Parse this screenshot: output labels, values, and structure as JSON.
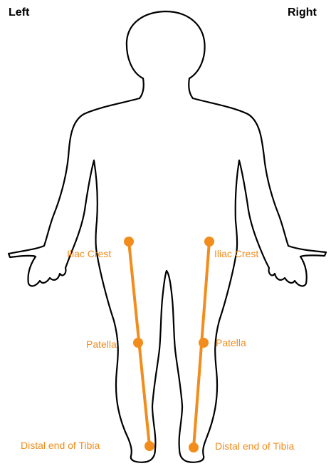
{
  "header": {
    "left_label": "Left",
    "right_label": "Right"
  },
  "colors": {
    "outline": "#000000",
    "landmark": "#F28C1C",
    "background": "#FFFFFF"
  },
  "landmarks": {
    "left_leg": {
      "iliac_crest": "Iliac Crest",
      "patella": "Patella",
      "distal_tibia": "Distal end of Tibia"
    },
    "right_leg": {
      "iliac_crest": "Iliac Crest",
      "patella": "Patella",
      "distal_tibia": "Distal end of Tibia"
    }
  }
}
